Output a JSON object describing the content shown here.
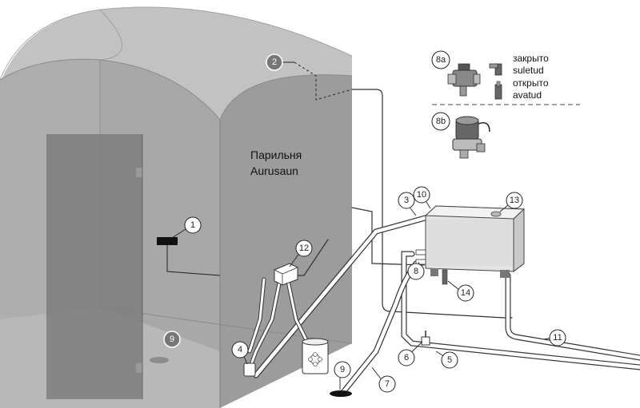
{
  "room": {
    "label_ru": "Парильня",
    "label_et": "Aurusaun"
  },
  "legend": {
    "item_8a": "8a",
    "item_8b": "8b",
    "closed_ru": "закрыто",
    "closed_et": "suletud",
    "open_ru": "открыто",
    "open_et": "avatud"
  },
  "callouts": {
    "c1": "1",
    "c2": "2",
    "c3": "3",
    "c4": "4",
    "c5": "5",
    "c6": "6",
    "c7": "7",
    "c8": "8",
    "c9a": "9",
    "c9b": "9",
    "c10": "10",
    "c11": "11",
    "c12": "12",
    "c13": "13",
    "c14": "14"
  },
  "colors": {
    "room_front": "#a9a9a9",
    "room_side": "#9d9d9d",
    "room_top": "#c4c4c4",
    "door": "#7e7e7e",
    "generator": "#d9d9d9",
    "pipe": "#ffffff",
    "pipe_outline": "#333333"
  }
}
